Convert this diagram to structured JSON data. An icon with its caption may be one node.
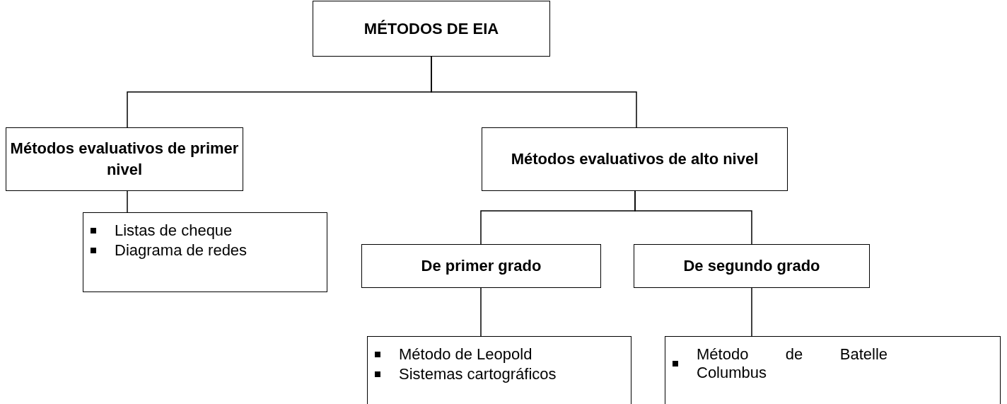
{
  "diagram": {
    "nodes": [
      {
        "text": [
          "MÉTODOS DE EIA"
        ]
      },
      {
        "text": [
          "Métodos evaluativos  de primer nivel"
        ]
      },
      {
        "text": [
          "Métodos evaluativos  de alto nivel"
        ]
      },
      {
        "text": [
          "Listas de cheque",
          "Diagrama de redes"
        ]
      },
      {
        "text": [
          "De primer grado"
        ]
      },
      {
        "text": [
          "De segundo grado"
        ]
      },
      {
        "text": [
          "Método de Leopold",
          "Sistemas cartográficos"
        ]
      },
      {
        "text": [
          "Método de Batelle Columbus"
        ]
      }
    ],
    "edges": [
      {
        "from": 0,
        "to": 1,
        "arrow": "none"
      },
      {
        "from": 0,
        "to": 2,
        "arrow": "none"
      },
      {
        "from": 1,
        "to": 3,
        "arrow": "none"
      },
      {
        "from": 2,
        "to": 4,
        "arrow": "none"
      },
      {
        "from": 2,
        "to": 5,
        "arrow": "none"
      },
      {
        "from": 4,
        "to": 6,
        "arrow": "none"
      },
      {
        "from": 5,
        "to": 7,
        "arrow": "none"
      }
    ]
  }
}
